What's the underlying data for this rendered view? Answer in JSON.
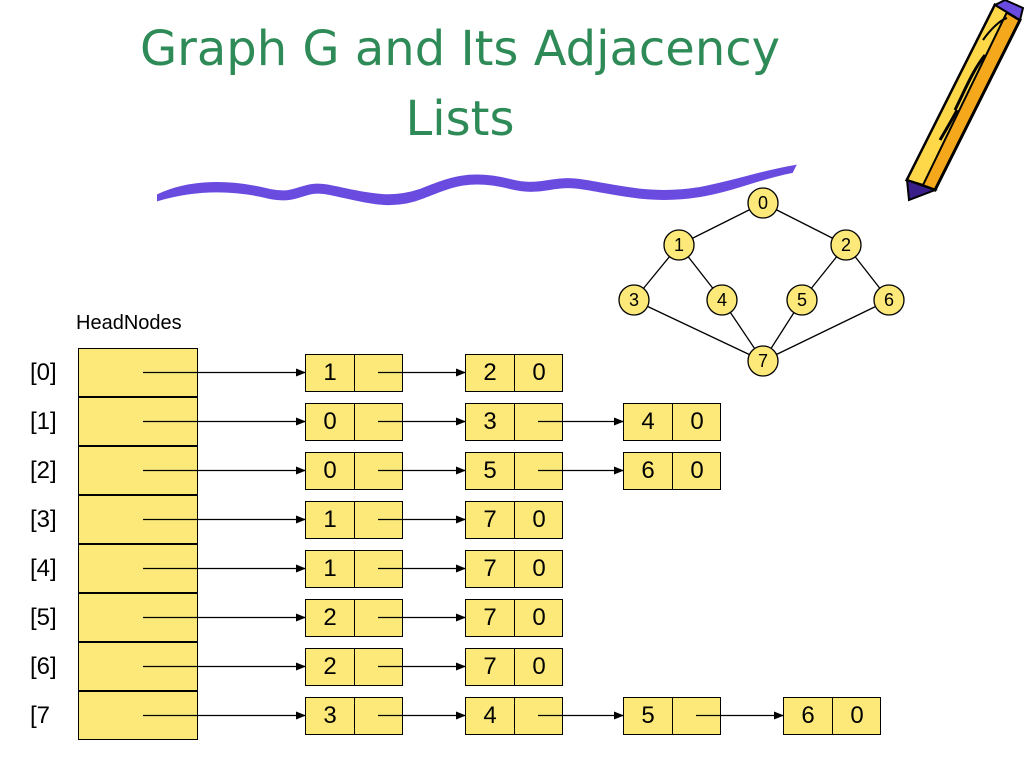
{
  "title": {
    "line1": "Graph G and Its Adjacency",
    "line2": "Lists"
  },
  "headnodes_label": "HeadNodes",
  "indices": [
    "[0]",
    "[1]",
    "[2]",
    "[3]",
    "[4]",
    "[5]",
    "[6]",
    "[7"
  ],
  "adjacency": [
    [
      [
        "1",
        ""
      ],
      [
        "2",
        "0"
      ]
    ],
    [
      [
        "0",
        ""
      ],
      [
        "3",
        ""
      ],
      [
        "4",
        "0"
      ]
    ],
    [
      [
        "0",
        ""
      ],
      [
        "5",
        ""
      ],
      [
        "6",
        "0"
      ]
    ],
    [
      [
        "1",
        ""
      ],
      [
        "7",
        "0"
      ]
    ],
    [
      [
        "1",
        ""
      ],
      [
        "7",
        "0"
      ]
    ],
    [
      [
        "2",
        ""
      ],
      [
        "7",
        "0"
      ]
    ],
    [
      [
        "2",
        ""
      ],
      [
        "7",
        "0"
      ]
    ],
    [
      [
        "3",
        ""
      ],
      [
        "4",
        ""
      ],
      [
        "5",
        ""
      ],
      [
        "6",
        "0"
      ]
    ]
  ],
  "graph": {
    "nodes": [
      "0",
      "1",
      "2",
      "3",
      "4",
      "5",
      "6",
      "7"
    ],
    "edges": [
      [
        "0",
        "1"
      ],
      [
        "0",
        "2"
      ],
      [
        "1",
        "3"
      ],
      [
        "1",
        "4"
      ],
      [
        "2",
        "5"
      ],
      [
        "2",
        "6"
      ],
      [
        "3",
        "7"
      ],
      [
        "4",
        "7"
      ],
      [
        "5",
        "7"
      ],
      [
        "6",
        "7"
      ]
    ]
  },
  "colors": {
    "cell_fill": "#fde97a",
    "title": "#2e8b57",
    "squiggle": "#6a4be0"
  }
}
